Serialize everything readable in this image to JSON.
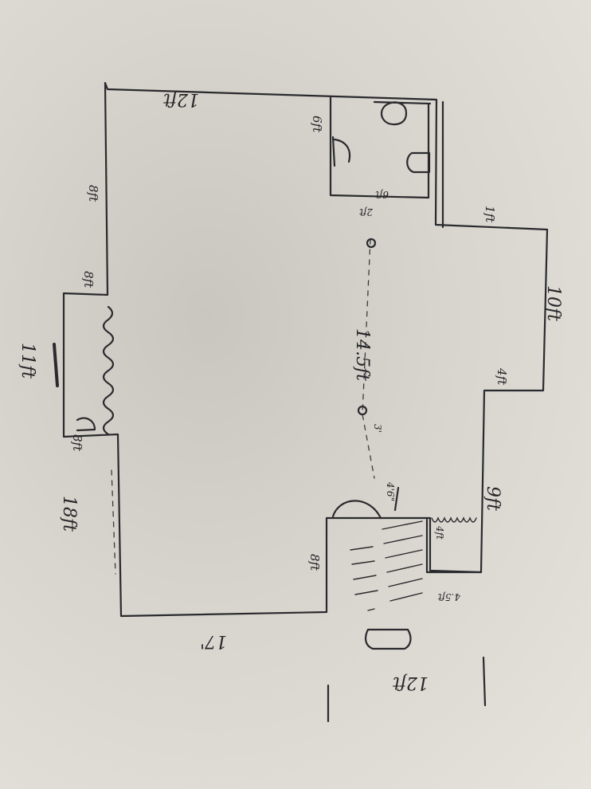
{
  "labels": {
    "top_wall": "12ft",
    "top_left_wall": "8ft",
    "bay_top": "8ft",
    "bay_left": "11ft",
    "bay_bottom": "8ft",
    "left_lower_wall": "18ft",
    "bottom_wall": "17'",
    "lower_left_inner": "8ft",
    "bath_left": "6ft",
    "bath_bottom": "6ft",
    "bath_gap": "2ft",
    "step_right": "1ft",
    "east_wall": "10ft",
    "notch": "4ft",
    "lower_right_wall": "9ft",
    "closet_inner": "4ft",
    "closet_bottom": "4.5ft",
    "opening": "4'6\"",
    "center_span": "14.5ft",
    "center_small": "3'",
    "stair_bottom": "12ft"
  }
}
